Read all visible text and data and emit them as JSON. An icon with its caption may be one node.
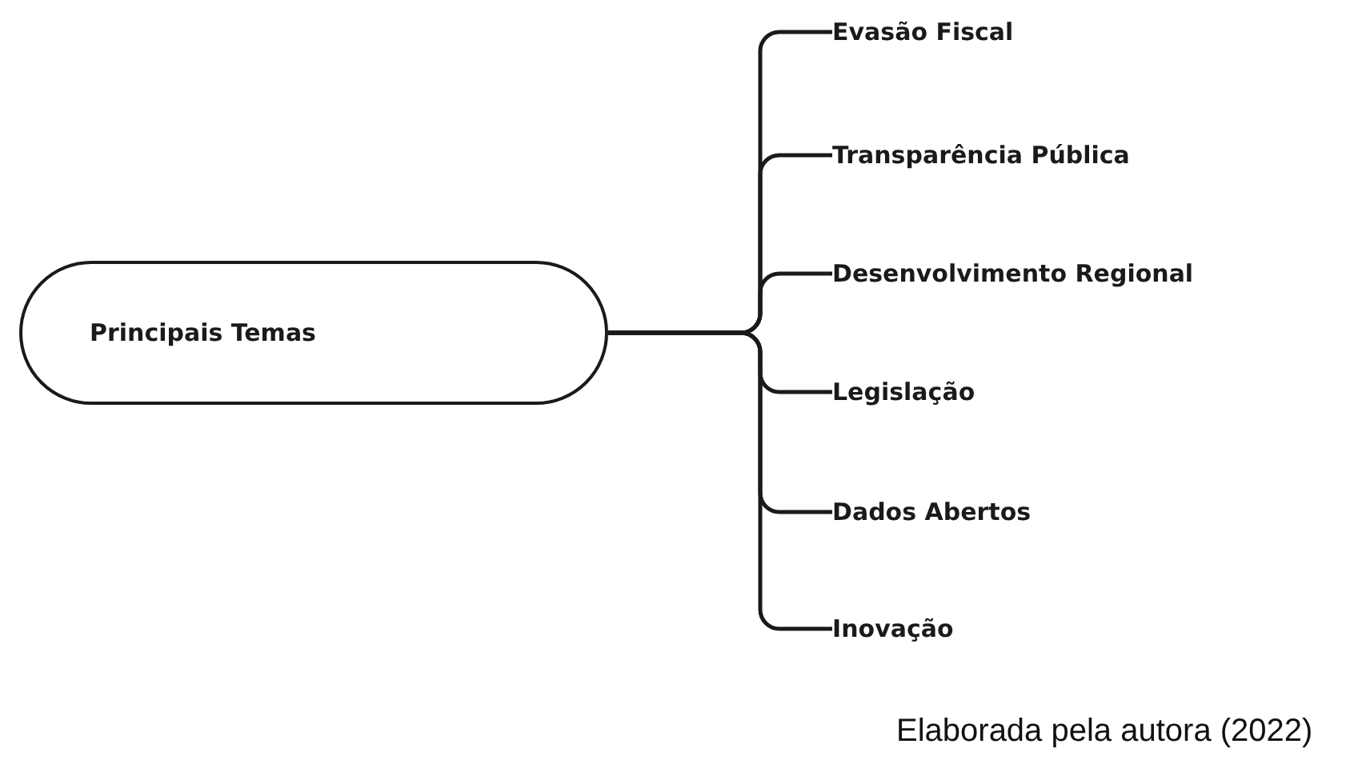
{
  "diagram": {
    "caption": "Elaborada pela autora (2022)",
    "nodes": [
      {
        "text": [
          "Principais Temas"
        ]
      },
      {
        "text": [
          "Evasão Fiscal"
        ]
      },
      {
        "text": [
          "Transparência Pública"
        ]
      },
      {
        "text": [
          "Desenvolvimento Regional"
        ]
      },
      {
        "text": [
          "Legislação"
        ]
      },
      {
        "text": [
          "Dados Abertos"
        ]
      },
      {
        "text": [
          "Inovação"
        ]
      }
    ],
    "edges": [
      {
        "from": 0,
        "to": 1,
        "arrow": "none"
      },
      {
        "from": 0,
        "to": 2,
        "arrow": "none"
      },
      {
        "from": 0,
        "to": 3,
        "arrow": "none"
      },
      {
        "from": 0,
        "to": 4,
        "arrow": "none"
      },
      {
        "from": 0,
        "to": 5,
        "arrow": "none"
      },
      {
        "from": 0,
        "to": 6,
        "arrow": "none"
      }
    ]
  }
}
